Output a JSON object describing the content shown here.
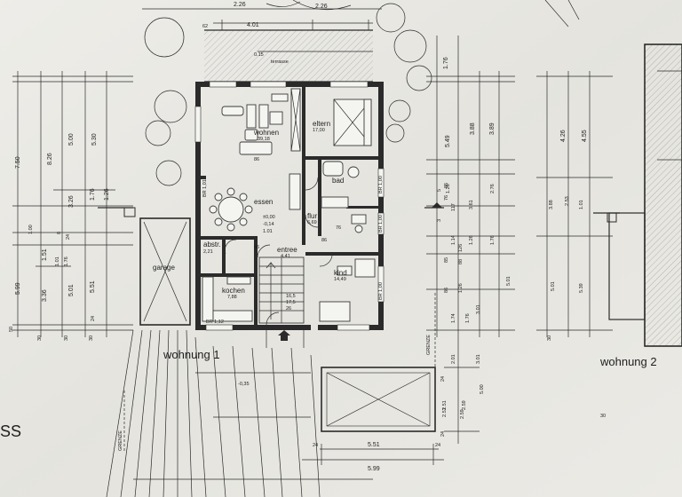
{
  "top_dims": [
    "2.26",
    "2.26",
    "4.01",
    "62",
    "0.15"
  ],
  "terrasse": "terrasse",
  "rooms": {
    "wohnen": {
      "name": "wohnen",
      "area": "39,18"
    },
    "eltern": {
      "name": "eltern",
      "area": "17,00"
    },
    "essen": "essen",
    "flur": {
      "name": "flur",
      "area": "6,69"
    },
    "entree": {
      "name": "entree",
      "area": "4,41"
    },
    "bad": "bad",
    "abstr": {
      "name": "abstr.",
      "area": "2,21"
    },
    "kind": {
      "name": "kind",
      "area": "14,49"
    },
    "kochen": {
      "name": "kochen",
      "area": "7,88"
    },
    "garage": "garage"
  },
  "level": "±0,00",
  "level2": "-0,14",
  "level3": "-0,35",
  "stair": [
    "16,5",
    "17,5",
    "26"
  ],
  "br_labels": [
    "BR 1,01",
    "BR 1,00",
    "BR 1,00",
    "BR 1,00",
    "BR 1,12"
  ],
  "wohnung1": "wohnung 1",
  "wohnung2": "wohnung 2",
  "grenze": "GRENZE",
  "ss": "SS",
  "left_dims": [
    "7.50",
    "5.00",
    "5.30",
    "8.26",
    "3.26",
    "1.76",
    "1.26",
    "1.51",
    "5.99",
    "5.01",
    "5.51",
    "3.36",
    "24",
    "50",
    "30"
  ],
  "left_small": [
    "24",
    "1.76",
    "1.01",
    "8",
    "1.00",
    "30",
    "30"
  ],
  "right_dims": [
    "1.76",
    "5.49",
    "3.88",
    "3.89",
    "1.26",
    "2.76",
    "3.61",
    "1.26",
    "1.76",
    "5.01",
    "3.01",
    "1.74",
    "1.76",
    "2.01",
    "3.01",
    "2.51",
    "2.59",
    "5.00"
  ],
  "right_small": [
    "76",
    "85",
    "5",
    "117",
    "1.14",
    "85",
    "88",
    "126",
    "86",
    "1.26",
    "3"
  ],
  "right2_dims": [
    "4.26",
    "4.55",
    "3.88",
    "2.53",
    "1.01",
    "5.01",
    "5.39",
    "30"
  ],
  "bottom_dims": [
    "5.51",
    "5.99",
    "24",
    "24",
    "30"
  ],
  "carport_dims": [
    "24",
    "2.51",
    "2.59",
    "24"
  ],
  "small_marks": [
    "86",
    "86",
    "1.01",
    "76",
    "86"
  ]
}
